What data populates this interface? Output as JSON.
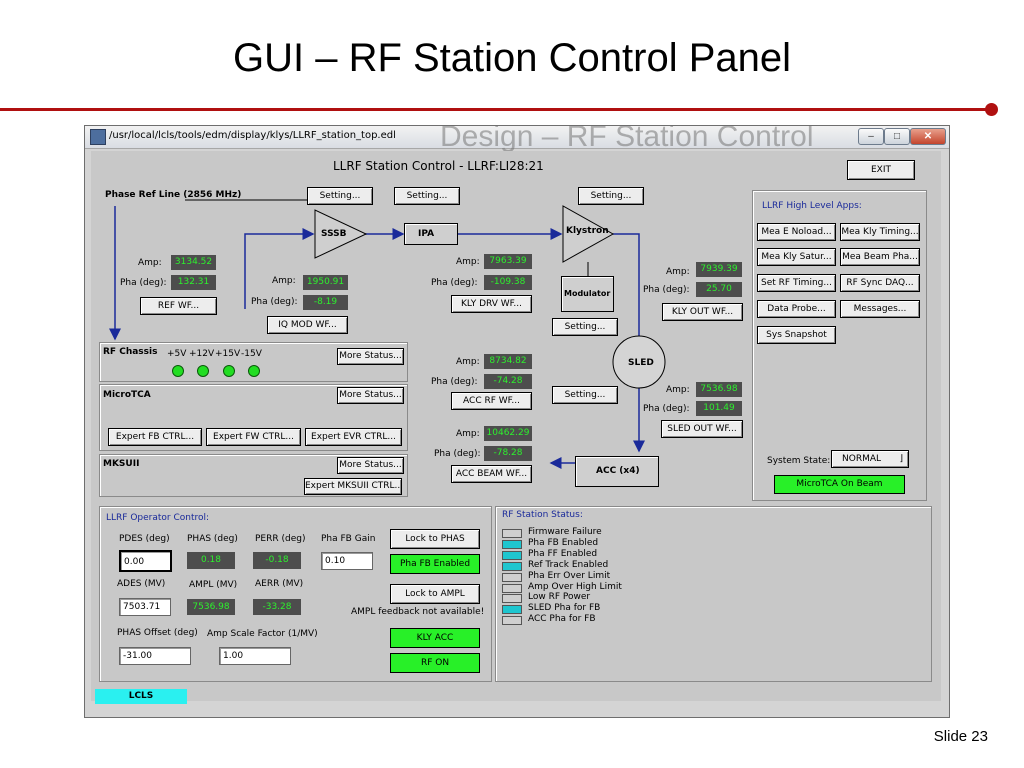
{
  "slide": {
    "title": "GUI – RF Station Control Panel",
    "number": "Slide 23"
  },
  "window": {
    "path": "/usr/local/lcls/tools/edm/display/klys/LLRF_station_top.edl",
    "ghost_title": "Design – RF Station Control"
  },
  "header": {
    "title": "LLRF Station Control - LLRF:LI28:21",
    "exit": "EXIT"
  },
  "diagram": {
    "phase_ref": "Phase Ref Line (2856 MHz)",
    "setting": "Setting...",
    "sssb": "SSSB",
    "ipa": "IPA",
    "klystron": "Klystron",
    "modulator": "Modulator",
    "sled": "SLED",
    "acc": "ACC (x4)",
    "amp_label": "Amp:",
    "pha_label": "Pha (deg):",
    "ref": {
      "amp": "3134.52",
      "pha": "132.31",
      "wf": "REF WF..."
    },
    "iq": {
      "amp": "1950.91",
      "pha": "-8.19",
      "wf": "IQ MOD WF..."
    },
    "kly_drv": {
      "amp": "7963.39",
      "pha": "-109.38",
      "wf": "KLY DRV WF..."
    },
    "kly_out": {
      "amp": "7939.39",
      "pha": "25.70",
      "wf": "KLY OUT WF..."
    },
    "acc_rf": {
      "amp": "8734.82",
      "pha": "-74.28",
      "wf": "ACC RF WF..."
    },
    "sled_out": {
      "amp": "7536.98",
      "pha": "101.49",
      "wf": "SLED OUT WF..."
    },
    "acc_beam": {
      "amp": "10462.29",
      "pha": "-78.28",
      "wf": "ACC BEAM WF..."
    }
  },
  "chassis": {
    "rf_label": "RF Chassis",
    "voltages": [
      "+5V",
      "+12V",
      "+15V",
      "-15V"
    ],
    "more_status": "More Status...",
    "microtca": "MicroTCA",
    "expert_fb": "Expert FB CTRL...",
    "expert_fw": "Expert FW CTRL...",
    "expert_evr": "Expert EVR CTRL...",
    "mksuii": "MKSUII",
    "expert_mksuii": "Expert MKSUII CTRL..."
  },
  "high_level": {
    "title": "LLRF High Level Apps:",
    "buttons": [
      "Mea E Noload...",
      "Mea Kly Timing...",
      "Mea Kly Satur...",
      "Mea Beam Pha...",
      "Set RF Timing...",
      "RF Sync DAQ...",
      "Data Probe...",
      "Messages...",
      "Sys Snapshot"
    ],
    "system_state_label": "System State:",
    "system_state": "NORMAL",
    "microtca_status": "MicroTCA On Beam"
  },
  "operator": {
    "title": "LLRF Operator Control:",
    "pdes_label": "PDES (deg)",
    "phas_label": "PHAS (deg)",
    "perr_label": "PERR (deg)",
    "pha_fb_gain_label": "Pha FB Gain",
    "pdes": "0.00",
    "phas": "0.18",
    "perr": "-0.18",
    "pha_fb_gain": "0.10",
    "lock_phas": "Lock to PHAS",
    "pha_fb_enabled": "Pha FB Enabled",
    "ades_label": "ADES (MV)",
    "ampl_label": "AMPL (MV)",
    "aerr_label": "AERR (MV)",
    "ades": "7503.71",
    "ampl": "7536.98",
    "aerr": "-33.28",
    "lock_ampl": "Lock to AMPL",
    "ampl_fb_note": "AMPL feedback not available!",
    "phas_offset_label": "PHAS Offset (deg)",
    "amp_scale_label": "Amp Scale Factor (1/MV)",
    "phas_offset": "-31.00",
    "amp_scale": "1.00",
    "kly_acc": "KLY ACC",
    "rf_on": "RF ON"
  },
  "status": {
    "title": "RF Station Status:",
    "items": [
      {
        "label": "Firmware Failure",
        "color": "#cfcfcf"
      },
      {
        "label": "Pha FB Enabled",
        "color": "#1ec6cf"
      },
      {
        "label": "Pha FF Enabled",
        "color": "#1ec6cf"
      },
      {
        "label": "Ref Track Enabled",
        "color": "#1ec6cf"
      },
      {
        "label": "Pha Err Over Limit",
        "color": "#cfcfcf"
      },
      {
        "label": "Amp Over High Limit",
        "color": "#cfcfcf"
      },
      {
        "label": "Low RF Power",
        "color": "#cfcfcf"
      },
      {
        "label": "SLED Pha for FB",
        "color": "#1ec6cf"
      },
      {
        "label": "ACC Pha for FB",
        "color": "#cfcfcf"
      }
    ]
  },
  "footer": {
    "lcls": "LCLS"
  }
}
